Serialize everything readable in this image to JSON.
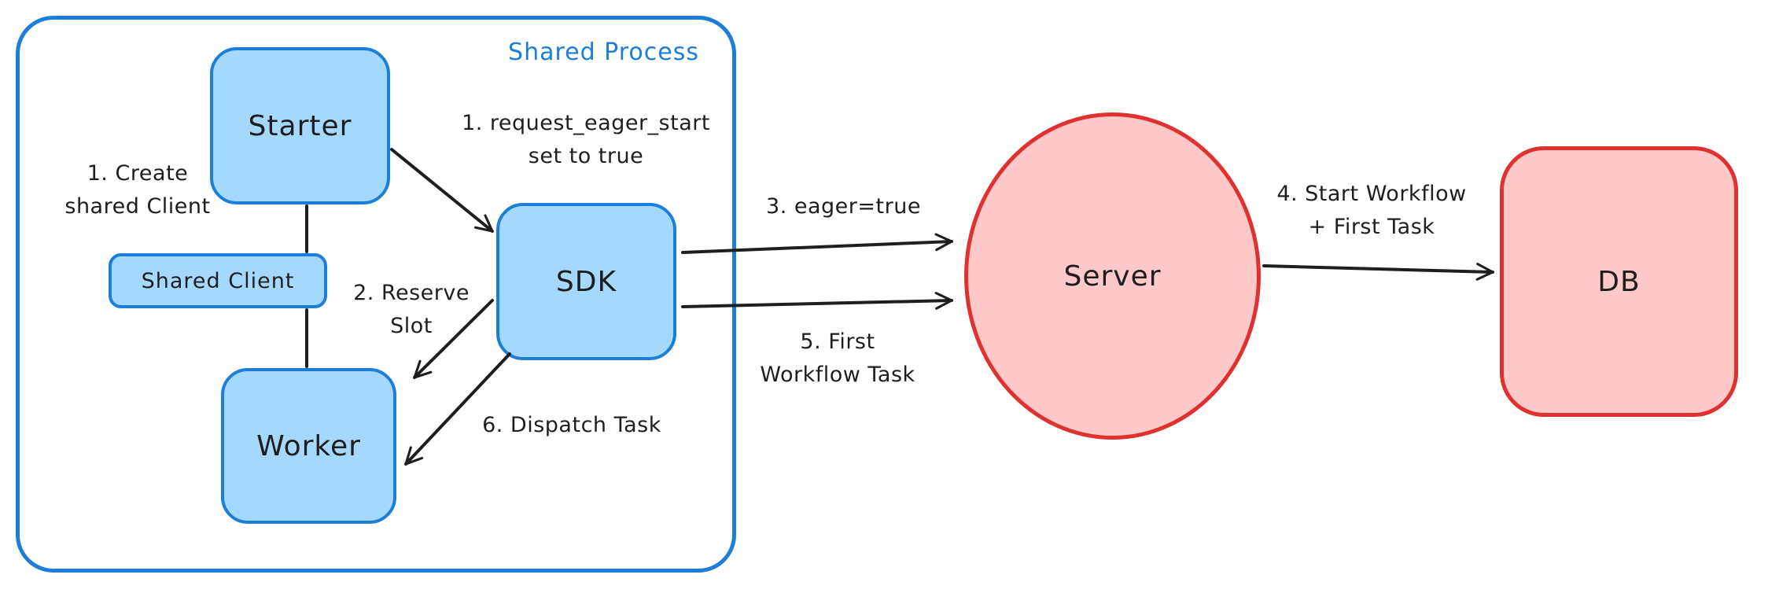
{
  "colors": {
    "blue_stroke": "#1c7ed6",
    "blue_fill": "#a5d8ff",
    "red_stroke": "#e03131",
    "red_fill": "#ffc9c9",
    "ink": "#1e1e1e",
    "background": "#ffffff"
  },
  "group": {
    "title": "Shared Process"
  },
  "nodes": {
    "starter": {
      "label": "Starter"
    },
    "shared_client": {
      "label": "Shared Client"
    },
    "worker": {
      "label": "Worker"
    },
    "sdk": {
      "label": "SDK"
    },
    "server": {
      "label": "Server"
    },
    "db": {
      "label": "DB"
    }
  },
  "labels": {
    "create_shared_client": "1. Create\nshared Client",
    "request_eager_start": "1. request_eager_start\nset to true",
    "reserve_slot": "2. Reserve\nSlot",
    "eager_true": "3. eager=true",
    "start_workflow": "4. Start Workflow\n+ First Task",
    "first_workflow_task": "5. First\nWorkflow Task",
    "dispatch_task": "6. Dispatch Task"
  }
}
